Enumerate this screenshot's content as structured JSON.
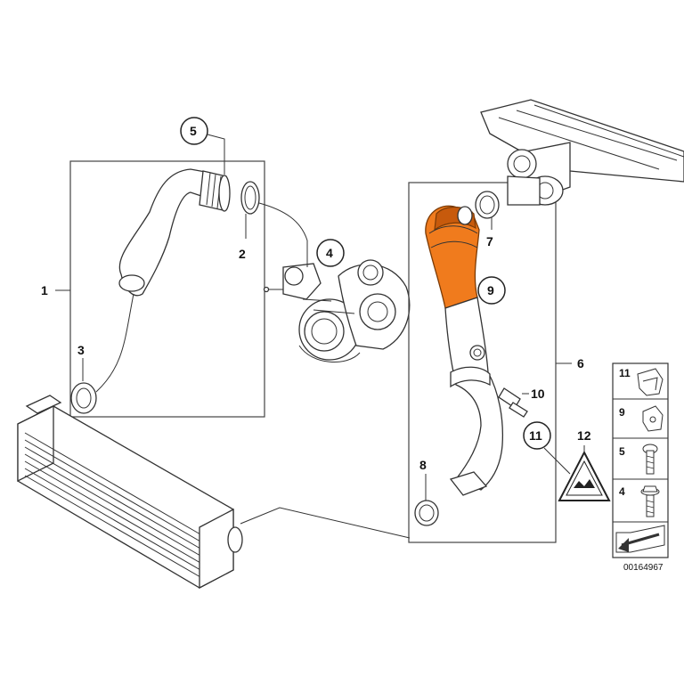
{
  "diagram": {
    "part_labels": {
      "p1": "1",
      "p2": "2",
      "p3": "3",
      "p4": "4",
      "p5": "5",
      "p6": "6",
      "p7": "7",
      "p8": "8",
      "p9": "9",
      "p10": "10",
      "p11": "11",
      "p12": "12"
    },
    "legend": {
      "items": [
        {
          "number": "11",
          "icon": "clip-icon"
        },
        {
          "number": "9",
          "icon": "clamp-nut-icon"
        },
        {
          "number": "5",
          "icon": "screw-icon"
        },
        {
          "number": "4",
          "icon": "flange-bolt-icon"
        }
      ]
    },
    "diagram_number": "00164967",
    "colors": {
      "highlight": "#f07b1d",
      "line": "#333333"
    }
  }
}
